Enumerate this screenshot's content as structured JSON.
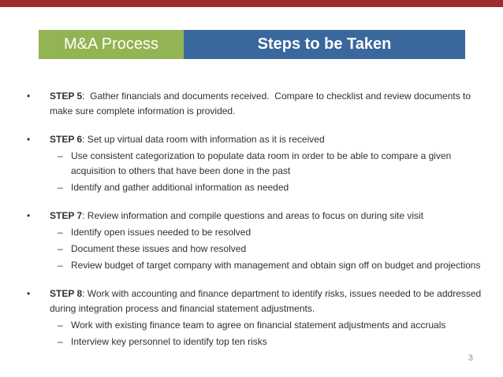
{
  "slide": {
    "page_number": "3"
  },
  "header": {
    "tab_left": "M&A Process",
    "tab_right": "Steps to be Taken"
  },
  "glyphs": {
    "bullet": "•",
    "dash": "–"
  },
  "colors": {
    "accent_red": "#9e2b2e",
    "tab_green": "#93b452",
    "tab_blue": "#3a689d",
    "body_text": "#303030",
    "page_number_gray": "#8f8f8f"
  },
  "steps": [
    {
      "label": "STEP 5",
      "text": ":  Gather financials and documents received.  Compare to checklist and review documents to make sure complete information is provided.",
      "subs": []
    },
    {
      "label": "STEP 6",
      "text": ": Set up virtual data room with information as it is received",
      "subs": [
        "Use consistent categorization to populate data room in order to be able to compare a given acquisition to others that have been done in the past",
        "Identify and gather additional information as needed"
      ]
    },
    {
      "label": "STEP 7",
      "text": ": Review information and compile questions and areas to focus on during site visit",
      "subs": [
        "Identify open issues needed to be resolved",
        "Document these issues and how resolved",
        "Review budget of target company with management and obtain sign off on budget and projections"
      ]
    },
    {
      "label": "STEP 8",
      "text": ": Work with accounting and finance department to identify risks, issues needed to be addressed during integration process and financial statement adjustments.",
      "subs": [
        "Work with existing finance team to agree on financial statement adjustments and accruals",
        "Interview key personnel to identify top ten risks"
      ]
    }
  ]
}
